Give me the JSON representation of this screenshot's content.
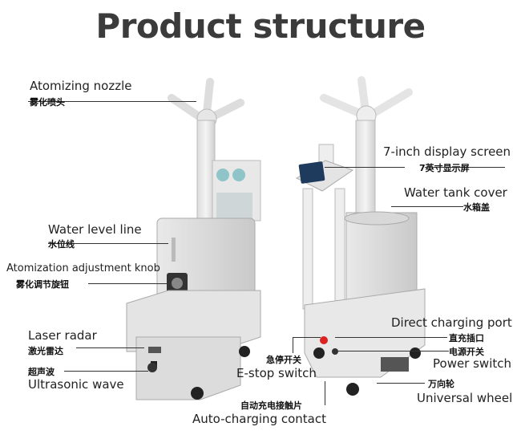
{
  "title": "Product structure",
  "labels": {
    "atomizing_nozzle": {
      "en": "Atomizing nozzle",
      "cn": "雾化喷头"
    },
    "water_level": {
      "en": "Water level line",
      "cn": "水位线"
    },
    "adjust_knob": {
      "en": "Atomization adjustment knob",
      "cn": "雾化调节旋钮"
    },
    "laser_radar": {
      "en": "Laser radar",
      "cn": "激光雷达"
    },
    "ultrasonic": {
      "en": "Ultrasonic wave",
      "cn": "超声波"
    },
    "display": {
      "en": "7-inch display screen",
      "cn": "7英寸显示屏"
    },
    "tank_cover": {
      "en": "Water tank cover",
      "cn": "水箱盖"
    },
    "charging_port": {
      "en": "Direct charging port",
      "cn": "直充插口"
    },
    "power_switch": {
      "en": "Power switch",
      "cn": "电源开关"
    },
    "estop": {
      "en": "E-stop switch",
      "cn": "急停开关"
    },
    "wheel": {
      "en": "Universal wheel",
      "cn": "万向轮"
    },
    "contact": {
      "en": "Auto-charging contact",
      "cn": "自动充电接触片"
    }
  }
}
